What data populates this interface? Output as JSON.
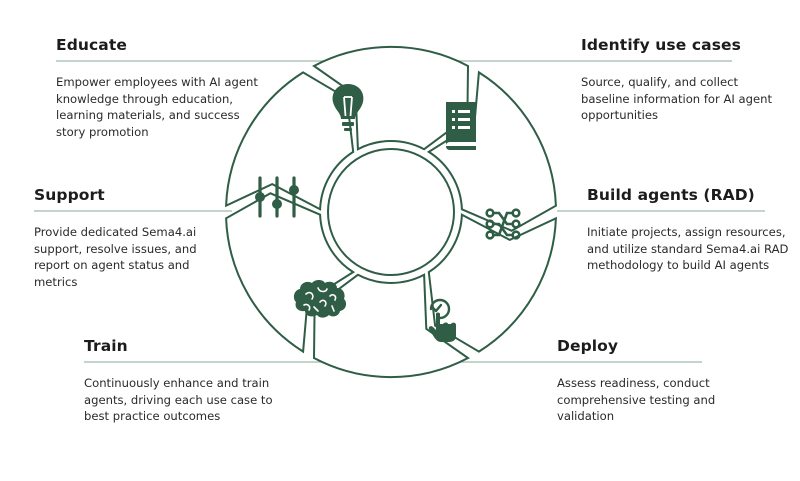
{
  "colors": {
    "segment_fill": "#ffffff",
    "segment_stroke": "#2f5d45",
    "icon": "#2f5d45",
    "divider": "#9fbcac",
    "text": "#1f1f1f"
  },
  "steps": {
    "educate": {
      "title": "Educate",
      "description": "Empower employees with AI agent knowledge through education, learning materials, and success story promotion",
      "icon": "lightbulb-icon"
    },
    "identify": {
      "title": "Identify use cases",
      "description": "Source, qualify, and collect baseline information for AI agent opportunities",
      "icon": "document-list-icon"
    },
    "build": {
      "title": "Build agents (RAD)",
      "description": "Initiate projects, assign resources, and utilize standard Sema4.ai RAD methodology to build AI agents",
      "icon": "network-nodes-icon"
    },
    "deploy": {
      "title": "Deploy",
      "description": "Assess readiness, conduct comprehensive testing and validation",
      "icon": "checkmark-tap-icon"
    },
    "train": {
      "title": "Train",
      "description": "Continuously enhance and train agents, driving each use case to best practice outcomes",
      "icon": "brain-icon"
    },
    "support": {
      "title": "Support",
      "description": "Provide dedicated Sema4.ai support, resolve issues, and report on agent status and metrics",
      "icon": "sliders-icon"
    }
  }
}
